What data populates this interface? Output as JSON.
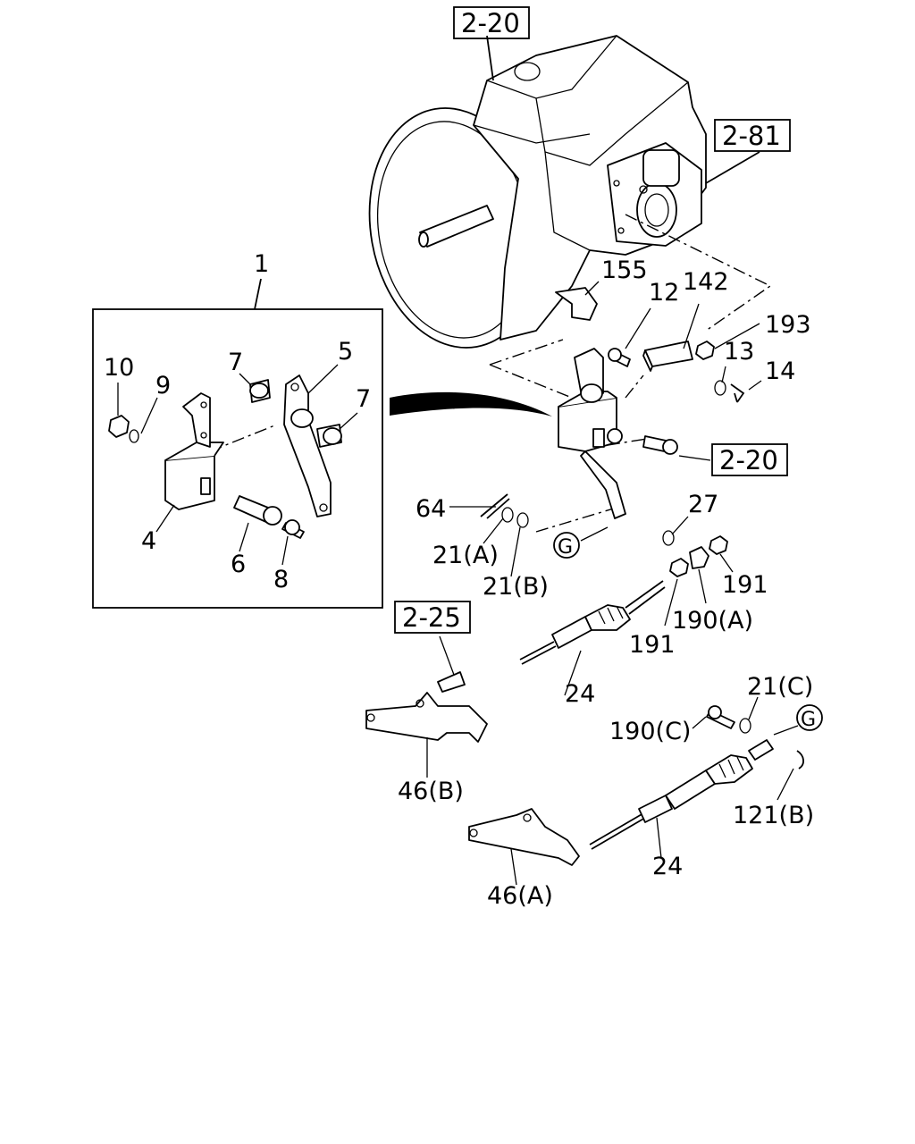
{
  "refs": {
    "r2_20_top": "2-20",
    "r2_81": "2-81",
    "r2_20_right": "2-20",
    "r2_25": "2-25"
  },
  "callouts": {
    "c1": "1",
    "c5": "5",
    "c7a": "7",
    "c7b": "7",
    "c9": "9",
    "c10": "10",
    "c4": "4",
    "c6": "6",
    "c8": "8",
    "c155": "155",
    "c12": "12",
    "c142": "142",
    "c193": "193",
    "c13": "13",
    "c14": "14",
    "c64": "64",
    "c21a": "21(A)",
    "c21b": "21(B)",
    "c27": "27",
    "c191a": "191",
    "c190a": "190(A)",
    "c191b": "191",
    "c24a": "24",
    "c21c": "21(C)",
    "c190c": "190(C)",
    "c121b": "121(B)",
    "c24b": "24",
    "c46b": "46(B)",
    "c46a": "46(A)",
    "g1": "G",
    "g2": "G"
  }
}
